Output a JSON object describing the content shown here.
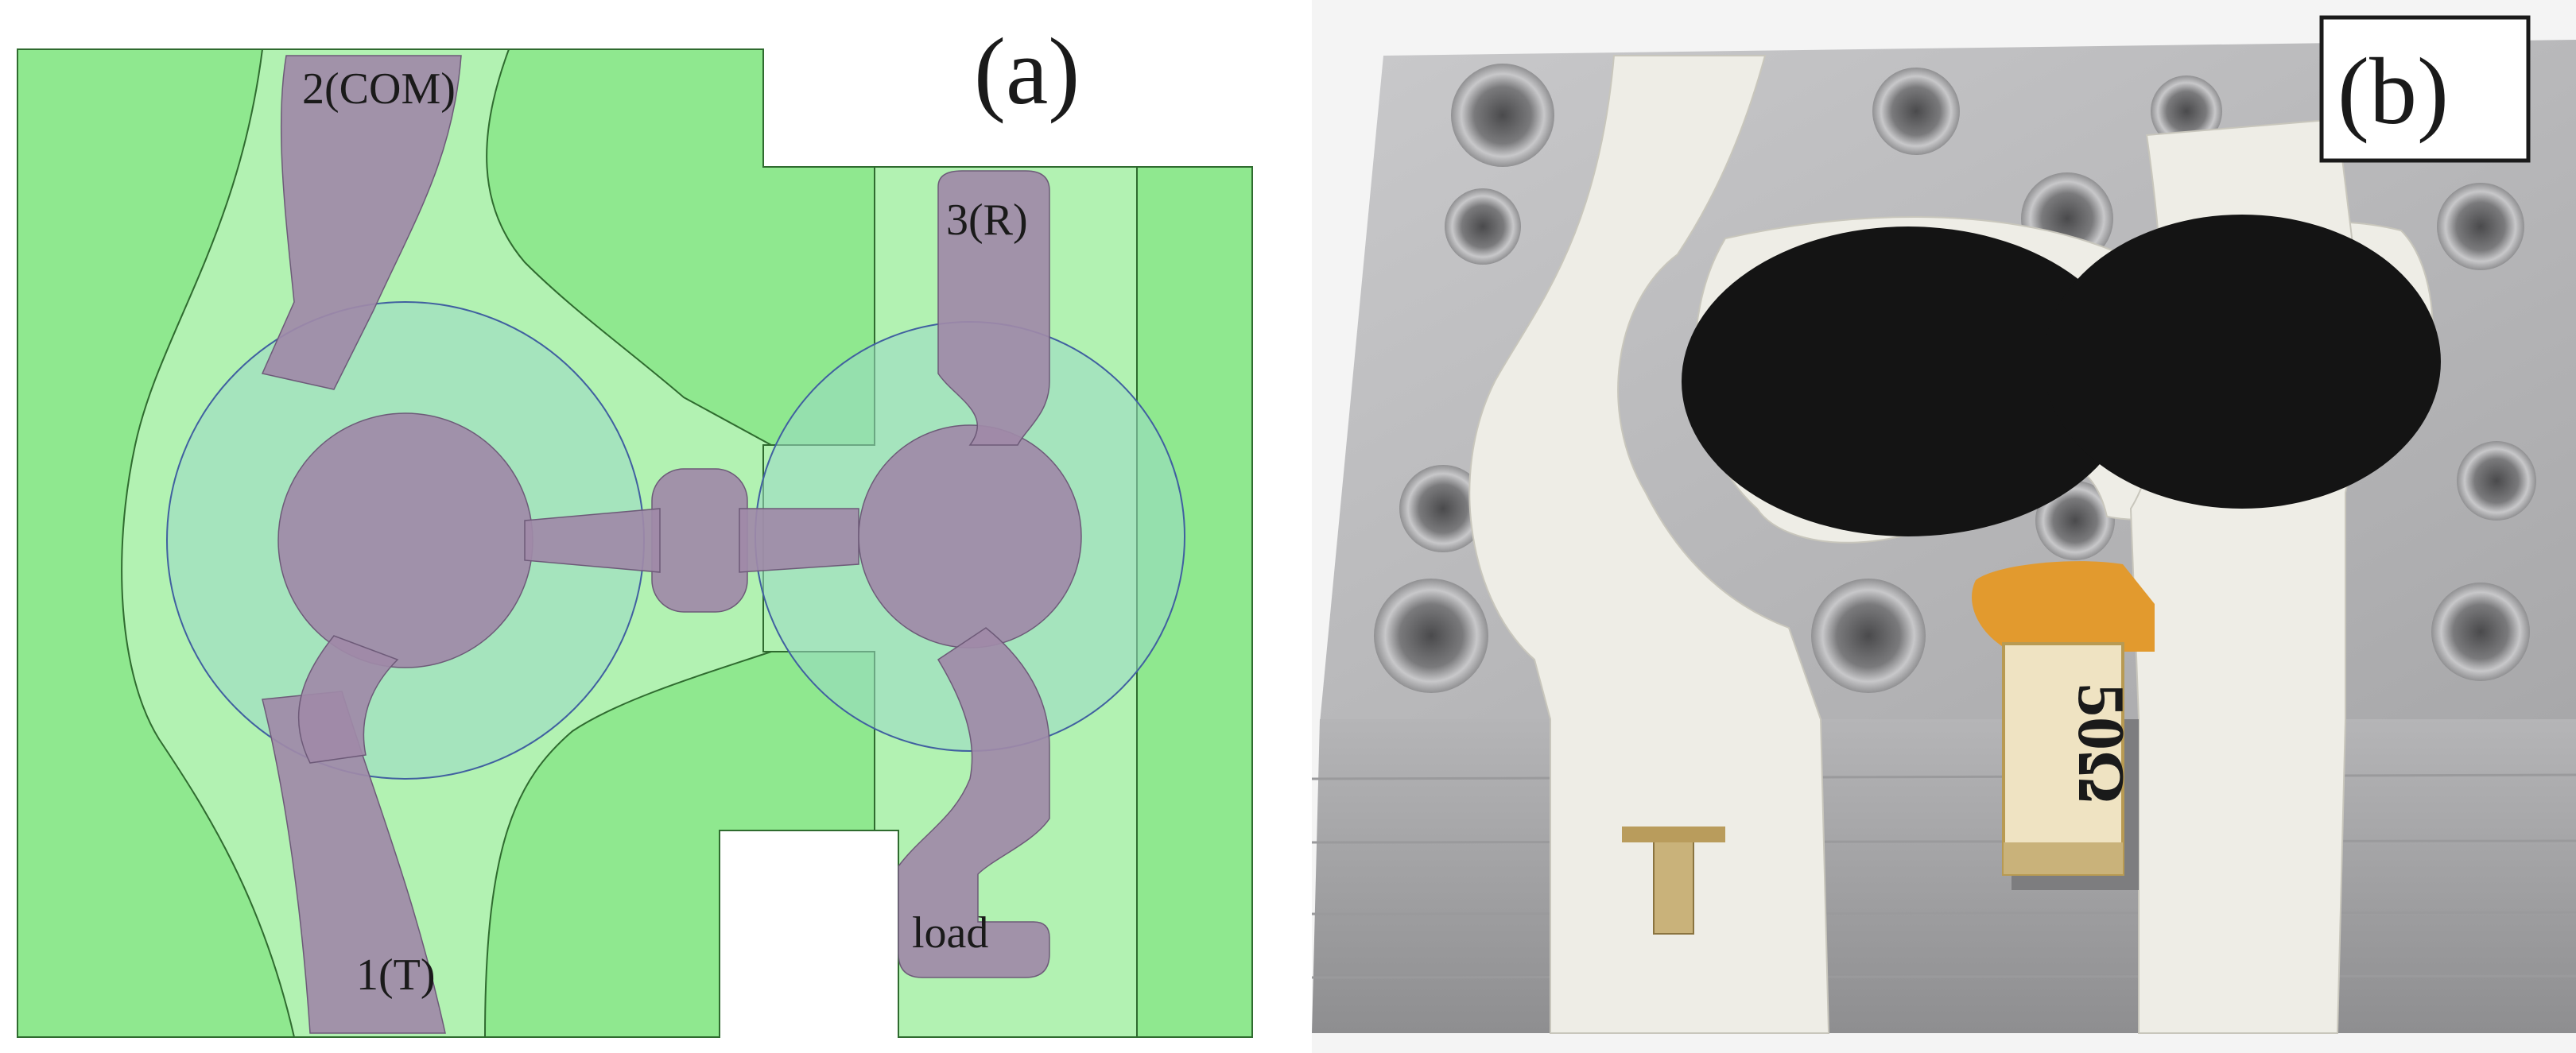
{
  "panel_a": {
    "label": "(a)",
    "ports": {
      "com": "2(COM)",
      "receive": "3(R)",
      "transmit": "1(T)",
      "load": "load"
    }
  },
  "panel_b": {
    "label": "(b)",
    "resistor_marking": "50Ω"
  },
  "colors": {
    "substrate_green": "#8FE88F",
    "clearance_light_green": "#B2F2B2",
    "conductor_purple": "#A08AA8",
    "ferrite_disc_overlay": "#9BD8C6",
    "aluminum_block": "#B8B8BA",
    "ptfe_white": "#EEEDE6",
    "ferrite_black": "#141414",
    "resistor_orange": "#E29A2E"
  }
}
